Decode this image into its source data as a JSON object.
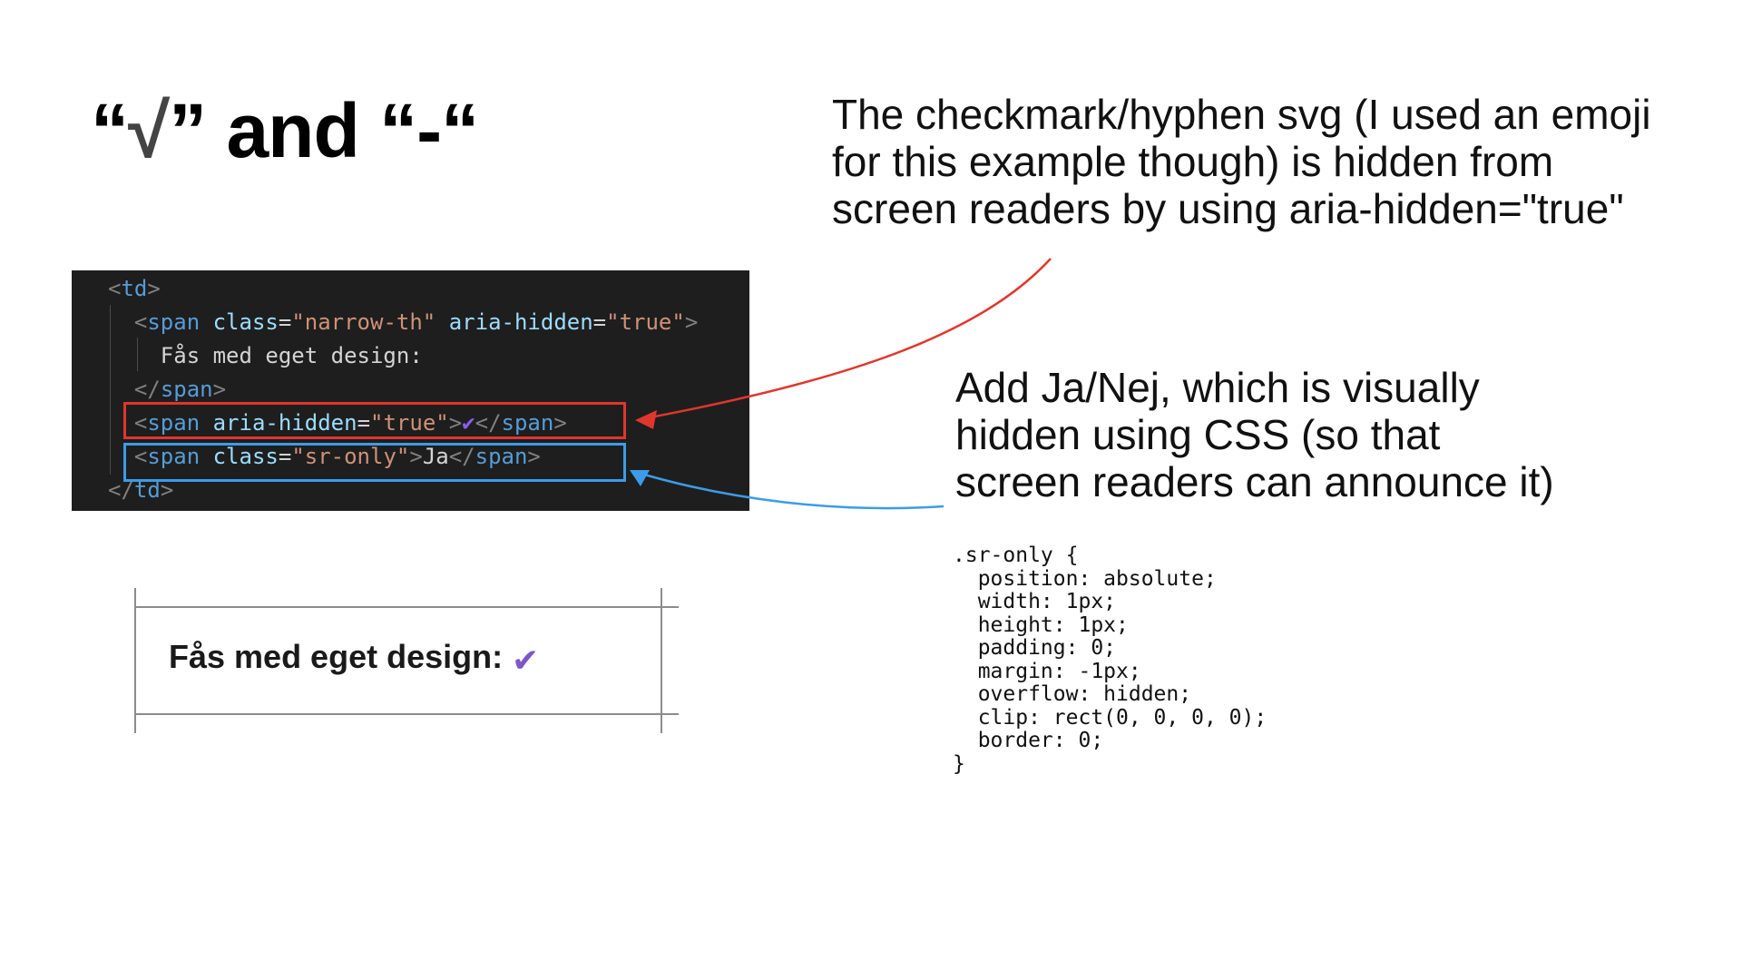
{
  "title": {
    "open_quote": "“",
    "check": "√",
    "middle": "” and “-“"
  },
  "annotations": {
    "top": [
      "The checkmark/hyphen svg (I used an emoji",
      "for this example though) is hidden from",
      "screen readers by using aria-hidden=\"true\""
    ],
    "middle": [
      "Add Ja/Nej, which is visually",
      "hidden using CSS (so that",
      "screen readers can announce it)"
    ]
  },
  "code_editor": {
    "lines": [
      {
        "indent": "",
        "parts": [
          [
            "tag",
            "<"
          ],
          [
            "name",
            "td"
          ],
          [
            "tag",
            ">"
          ]
        ]
      },
      {
        "indent": "  ",
        "parts": [
          [
            "tag",
            "<"
          ],
          [
            "name",
            "span"
          ],
          [
            "text",
            " "
          ],
          [
            "attr",
            "class"
          ],
          [
            "text",
            "="
          ],
          [
            "str",
            "\"narrow-th\""
          ],
          [
            "text",
            " "
          ],
          [
            "attr",
            "aria-hidden"
          ],
          [
            "text",
            "="
          ],
          [
            "str",
            "\"true\""
          ],
          [
            "tag",
            ">"
          ]
        ]
      },
      {
        "indent": "    ",
        "parts": [
          [
            "text",
            "Fås med eget design:"
          ]
        ]
      },
      {
        "indent": "  ",
        "parts": [
          [
            "tag",
            "</"
          ],
          [
            "name",
            "span"
          ],
          [
            "tag",
            ">"
          ]
        ]
      },
      {
        "indent": "  ",
        "parts": [
          [
            "tag",
            "<"
          ],
          [
            "name",
            "span"
          ],
          [
            "text",
            " "
          ],
          [
            "attr",
            "aria-hidden"
          ],
          [
            "text",
            "="
          ],
          [
            "str",
            "\"true\""
          ],
          [
            "tag",
            ">"
          ],
          [
            "check",
            "✔"
          ],
          [
            "tag",
            "</"
          ],
          [
            "name",
            "span"
          ],
          [
            "tag",
            ">"
          ]
        ]
      },
      {
        "indent": "  ",
        "parts": [
          [
            "tag",
            "<"
          ],
          [
            "name",
            "span"
          ],
          [
            "text",
            " "
          ],
          [
            "attr",
            "class"
          ],
          [
            "text",
            "="
          ],
          [
            "str",
            "\"sr-only\""
          ],
          [
            "tag",
            ">"
          ],
          [
            "text",
            "Ja"
          ],
          [
            "tag",
            "</"
          ],
          [
            "name",
            "span"
          ],
          [
            "tag",
            ">"
          ]
        ]
      },
      {
        "indent": "",
        "parts": [
          [
            "tag",
            "</"
          ],
          [
            "name",
            "td"
          ],
          [
            "tag",
            ">"
          ]
        ]
      }
    ]
  },
  "preview": {
    "cell_text": "Fås med eget design:",
    "check": "✔"
  },
  "css_snippet": ".sr-only {\n  position: absolute;\n  width: 1px;\n  height: 1px;\n  padding: 0;\n  margin: -1px;\n  overflow: hidden;\n  clip: rect(0, 0, 0, 0);\n  border: 0;\n}",
  "colors": {
    "red_arrow": "#e0362c",
    "blue_arrow": "#3d9be9",
    "editor_bg": "#1e1e1e",
    "check_purple": "#7b57c9"
  }
}
